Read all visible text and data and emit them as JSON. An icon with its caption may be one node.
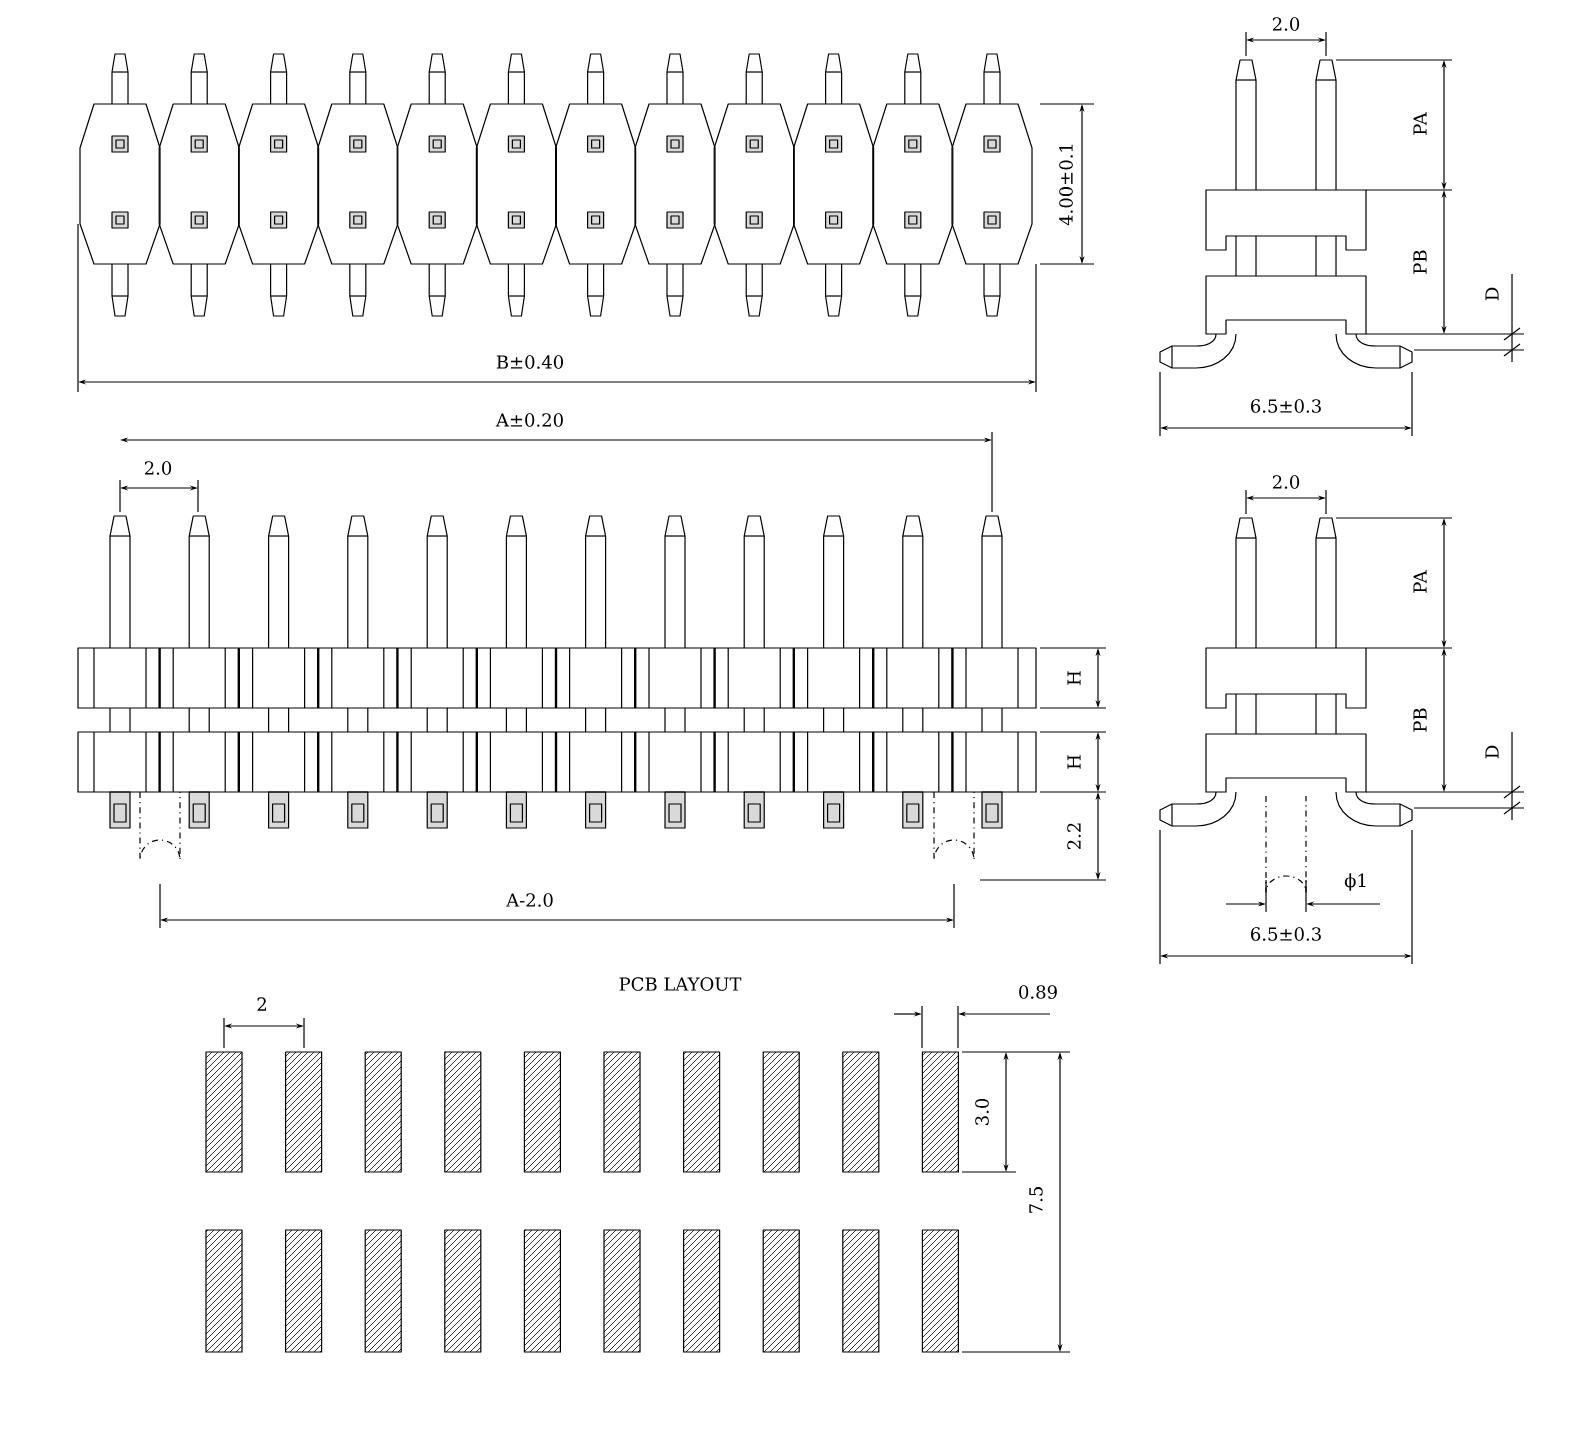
{
  "diagram": {
    "labels": [
      "2.0",
      "PA",
      "4.00±0.1",
      "PB",
      "D",
      "B±0.40",
      "6.5±0.3",
      "A±0.20",
      "2.0",
      "2.0",
      "PA",
      "H",
      "PB",
      "D",
      "H",
      "2.2",
      "A-2.0",
      "ϕ1",
      "6.5±0.3",
      "PCB LAYOUT",
      "2",
      "0.89",
      "3.0",
      "7.5"
    ]
  }
}
